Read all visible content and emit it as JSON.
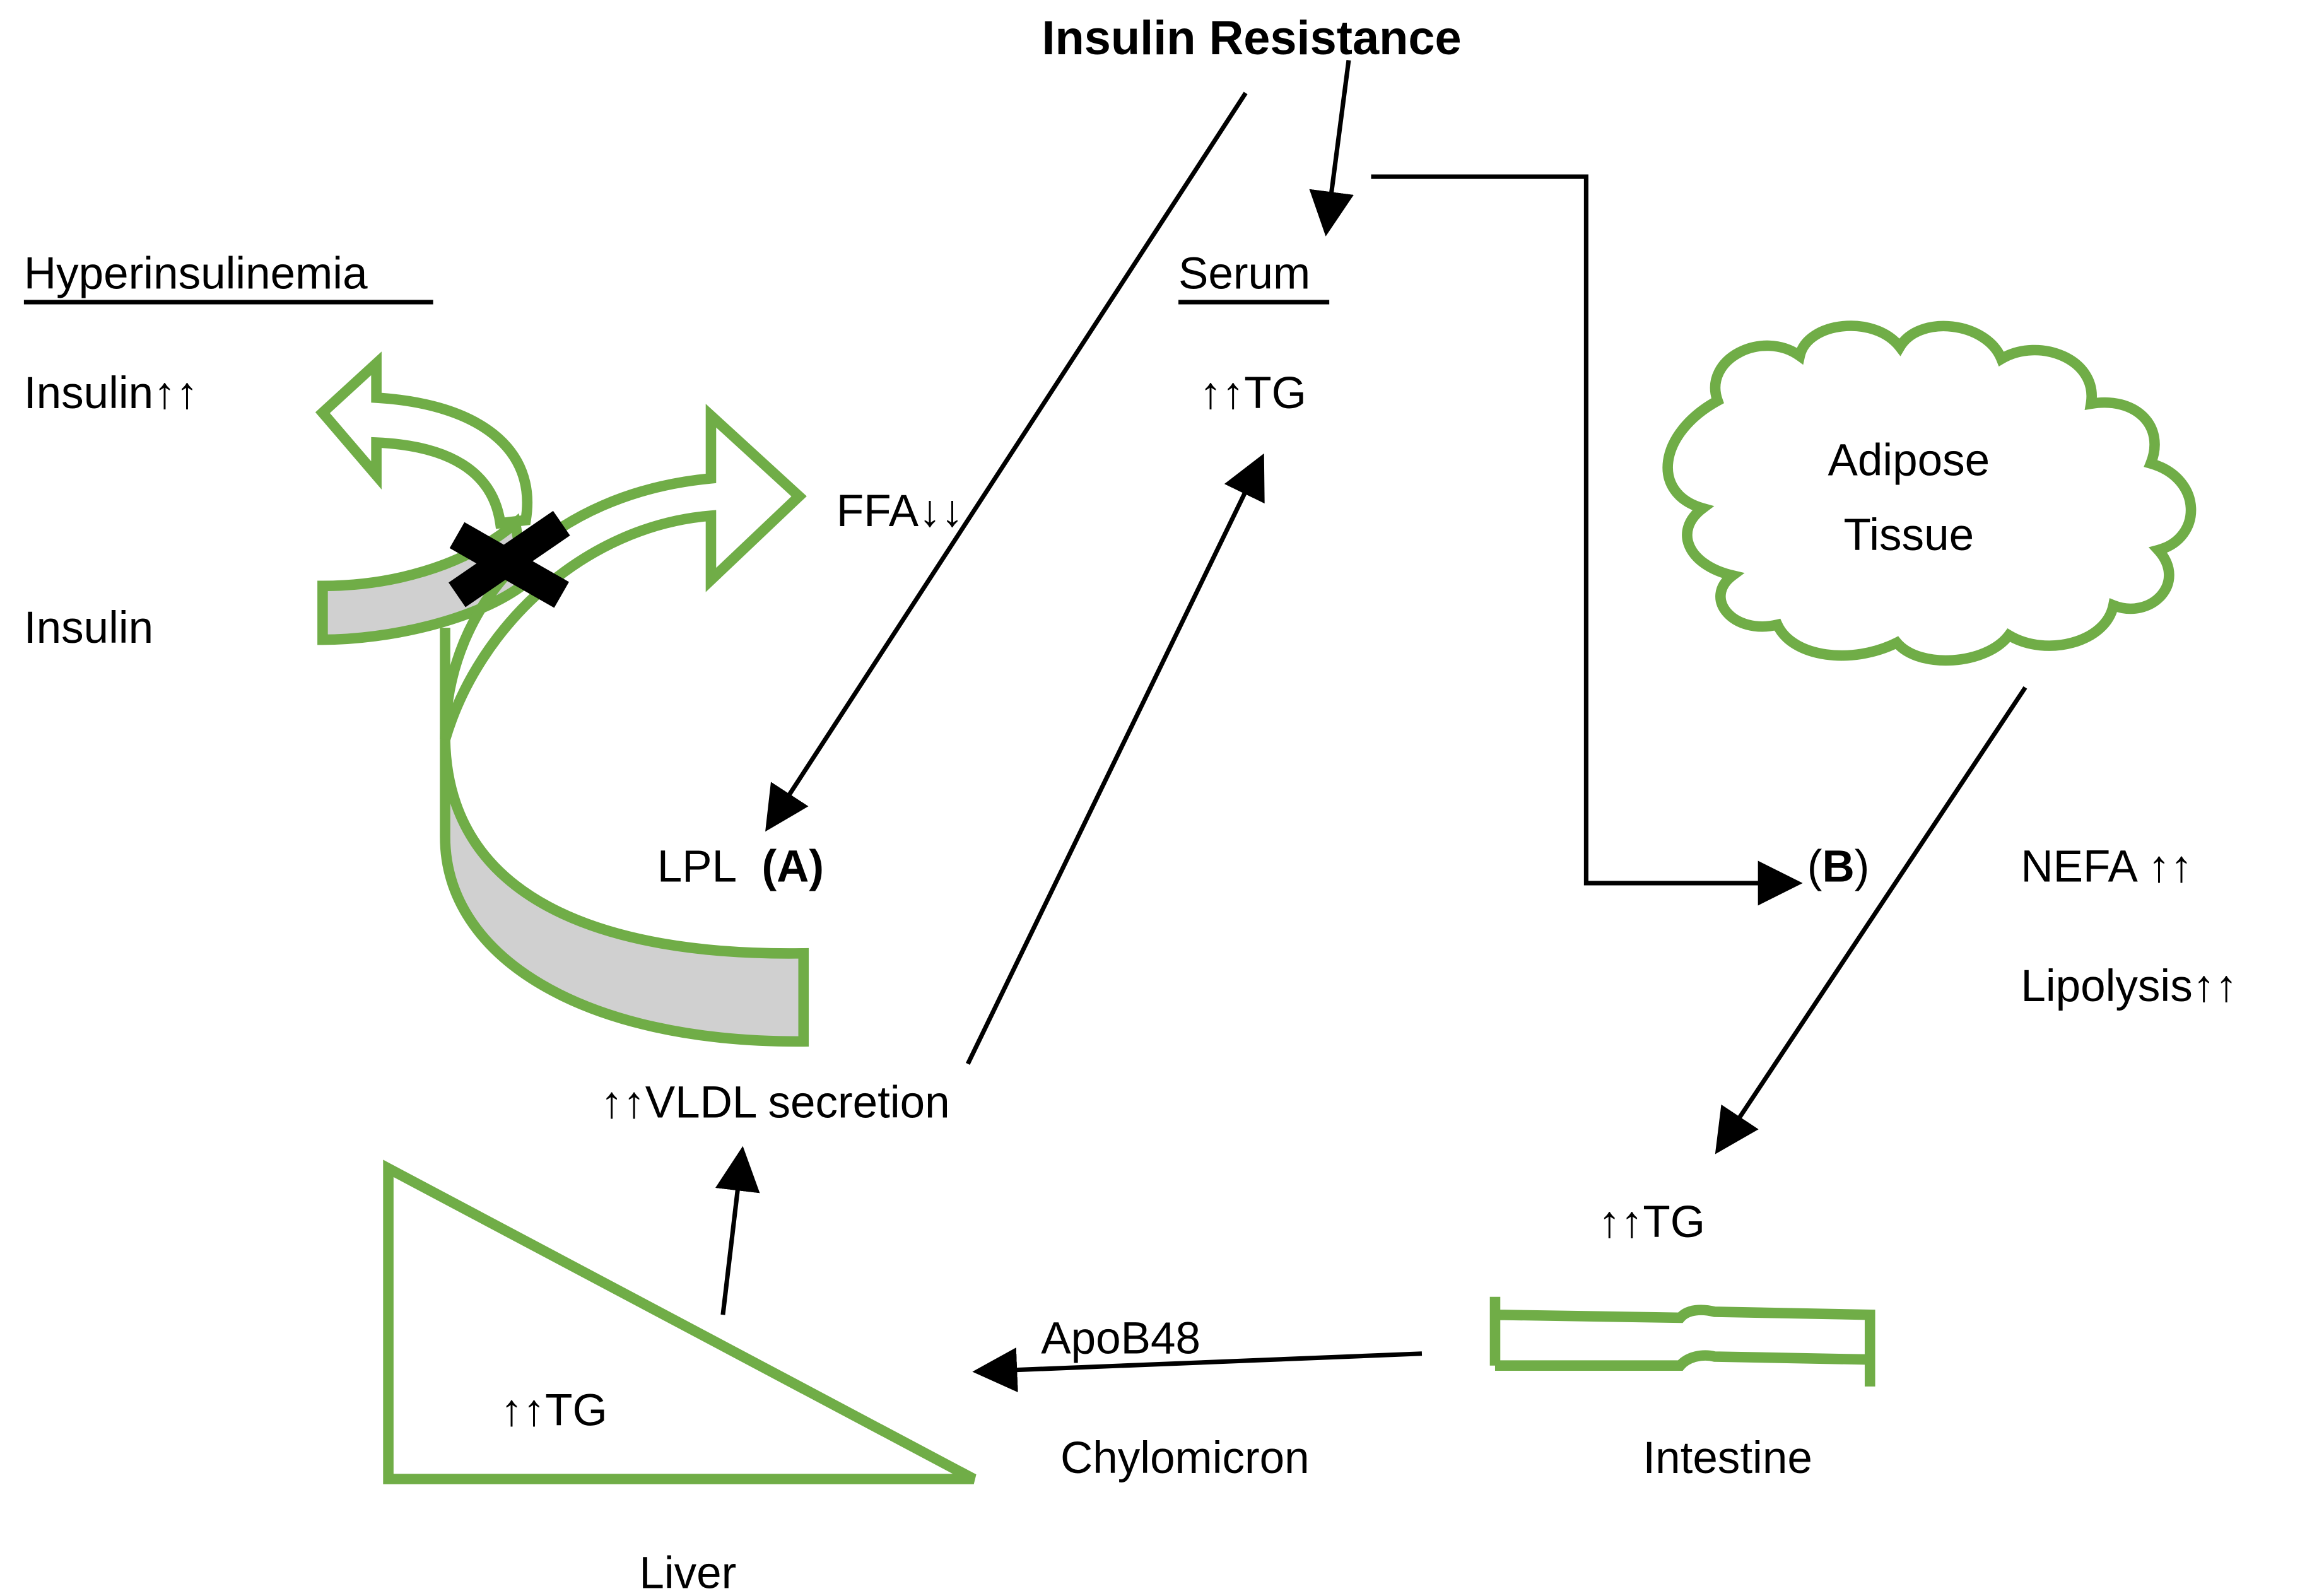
{
  "labels": {
    "insulin_resistance": "Insulin Resistance",
    "hyperinsulinemia": "Hyperinsulinemia",
    "insulin_high": "Insulin↑↑",
    "insulin": "Insulin",
    "ffa": "FFA↓↓",
    "serum": "Serum",
    "serum_tg": "↑↑TG",
    "adipose_line1": "Adipose",
    "adipose_line2": "Tissue",
    "lpl": "LPL",
    "lpl_marker": "(A)",
    "b_open": "(",
    "b_letter": "B",
    "b_close": ")",
    "nefa": "NEFA ↑↑",
    "lipolysis": "Lipolysis↑↑",
    "vldl": "↑↑VLDL secretion",
    "intestine_tg": "↑↑TG",
    "apob48": "ApoB48",
    "liver_tg": "↑↑TG",
    "chylomicron": "Chylomicron",
    "intestine": "Intestine",
    "liver": "Liver"
  },
  "colors": {
    "shape_stroke": "#70ad47",
    "band_fill": "#d0d0d0",
    "arrow": "#000000"
  },
  "icons": {
    "block_marker": "x-icon",
    "adipose": "cloud-icon"
  }
}
